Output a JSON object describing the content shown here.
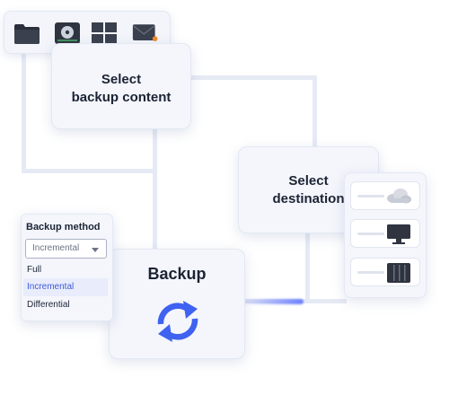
{
  "icons": [
    "folder-icon",
    "disk-drive-icon",
    "windows-icon",
    "mail-icon"
  ],
  "content_card": {
    "title_line1": "Select",
    "title_line2": "backup content"
  },
  "destination_card": {
    "title_line1": "Select",
    "title_line2": "destination"
  },
  "destinations": [
    "cloud-icon",
    "monitor-icon",
    "nas-server-icon"
  ],
  "backup_card": {
    "title": "Backup",
    "icon": "sync-arrows-icon"
  },
  "method_panel": {
    "title": "Backup method",
    "selected_value": "Incremental",
    "options": [
      "Full",
      "Incremental",
      "Differential"
    ]
  },
  "colors": {
    "accent": "#3f62f0",
    "panel": "#f4f6fc",
    "line": "#e6eaf4"
  }
}
